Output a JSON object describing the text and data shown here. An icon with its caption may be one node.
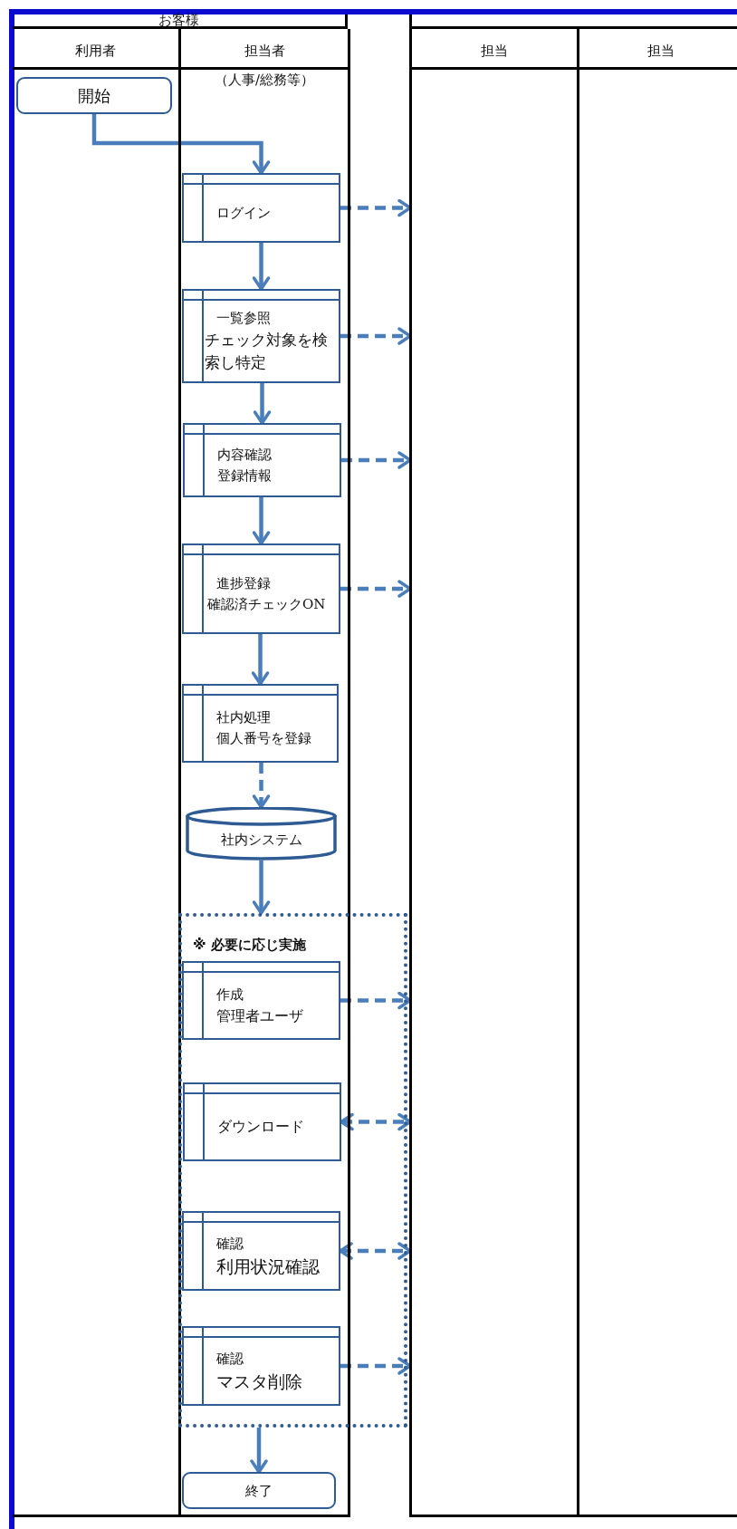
{
  "diagram": {
    "nodes": [
      {
        "text": [
          "お客様"
        ]
      },
      {
        "text": [],
        "shape": "box"
      },
      {
        "text": [
          "利用者"
        ]
      },
      {
        "text": [
          "開始"
        ],
        "in": 2
      },
      {
        "text": [
          "担当者",
          "（人事/総務等）"
        ]
      },
      {
        "text": [
          "ログイン"
        ]
      },
      {
        "text": [
          "一覧参照",
          "チェック対象を検索し特定"
        ]
      },
      {
        "text": [
          "内容確認",
          "登録情報"
        ]
      },
      {
        "text": [
          "進捗登録",
          "確認済チェックON"
        ]
      },
      {
        "text": [
          "社内処理",
          "個人番号を登録"
        ]
      },
      {
        "text": [
          "社内システム"
        ]
      },
      {
        "text": [
          "※ 必要に応じ実施"
        ]
      },
      {
        "text": [
          "作成",
          "管理者ユーザ"
        ],
        "in": 11
      },
      {
        "text": [
          "ダウンロード"
        ],
        "in": 11
      },
      {
        "text": [
          "確認",
          "利用状況確認"
        ],
        "in": 11
      },
      {
        "text": [
          "確認",
          "マスタ削除"
        ],
        "in": 11
      },
      {
        "text": [
          "終了"
        ]
      },
      {
        "text": [
          "担当"
        ]
      },
      {
        "text": [
          "担当"
        ]
      }
    ],
    "edges": [
      {
        "from": 3,
        "to": 5,
        "arrow": "to"
      },
      {
        "from": 5,
        "to": 17,
        "arrow": "to",
        "style": "dashed"
      },
      {
        "from": 5,
        "to": 6,
        "arrow": "to"
      },
      {
        "from": 6,
        "to": 17,
        "arrow": "to",
        "style": "dashed"
      },
      {
        "from": 6,
        "to": 7,
        "arrow": "to"
      },
      {
        "from": 7,
        "to": 17,
        "arrow": "to",
        "style": "dashed"
      },
      {
        "from": 7,
        "to": 8,
        "arrow": "to"
      },
      {
        "from": 8,
        "to": 17,
        "arrow": "to",
        "style": "dashed"
      },
      {
        "from": 8,
        "to": 9,
        "arrow": "to"
      },
      {
        "from": 9,
        "to": 10,
        "arrow": "to",
        "style": "dashed"
      },
      {
        "from": 10,
        "to": 11,
        "arrow": "to"
      },
      {
        "from": 12,
        "to": 17,
        "arrow": "to",
        "style": "dashed"
      },
      {
        "from": 13,
        "to": 17,
        "arrow": "both",
        "style": "dashed"
      },
      {
        "from": 14,
        "to": 17,
        "arrow": "both",
        "style": "dashed"
      },
      {
        "from": 15,
        "to": 17,
        "arrow": "to",
        "style": "dashed"
      },
      {
        "from": 11,
        "to": 16,
        "arrow": "to"
      }
    ]
  }
}
